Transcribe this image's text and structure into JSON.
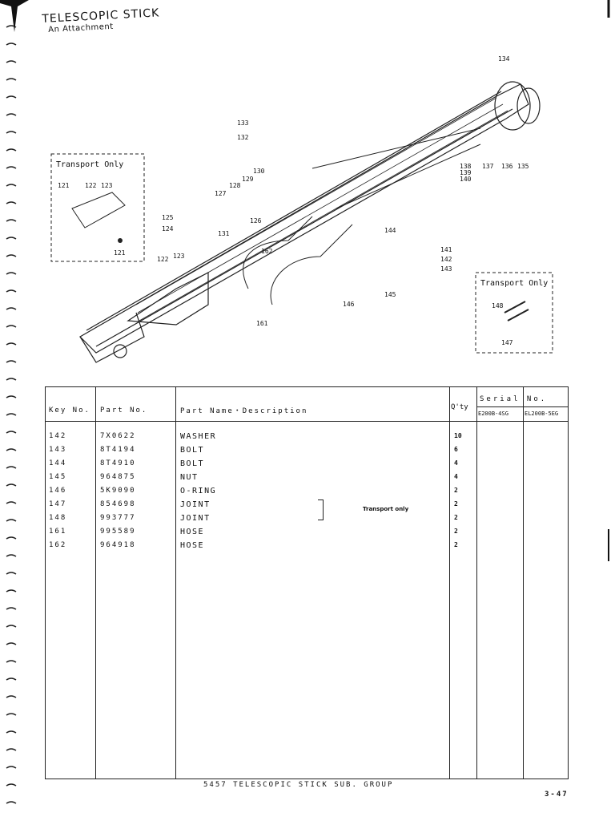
{
  "header": {
    "title": "TELESCOPIC STICK",
    "subtitle": "An Attachment"
  },
  "diagram": {
    "transport_box_1_title": "Transport Only",
    "transport_box_2_title": "Transport Only",
    "callouts": [
      "121",
      "122",
      "123",
      "124",
      "125",
      "126",
      "127",
      "128",
      "129",
      "130",
      "131",
      "132",
      "133",
      "134",
      "135",
      "136",
      "137",
      "138",
      "139",
      "140",
      "141",
      "142",
      "143",
      "144",
      "145",
      "146",
      "147",
      "148",
      "161",
      "162"
    ]
  },
  "table": {
    "headers": {
      "key": "Key No.",
      "part": "Part No.",
      "name": "Part Name・Description",
      "qty": "Q'ty",
      "serial": "Serial No.",
      "serial_a": "E200B-4SG",
      "serial_b": "EL200B-5EG"
    },
    "rows": [
      {
        "key": "142",
        "part": "7X0622",
        "name": "WASHER",
        "qty": "10"
      },
      {
        "key": "143",
        "part": "8T4194",
        "name": "BOLT",
        "qty": "6"
      },
      {
        "key": "144",
        "part": "8T4910",
        "name": "BOLT",
        "qty": "4"
      },
      {
        "key": "145",
        "part": "964875",
        "name": "NUT",
        "qty": "4"
      },
      {
        "key": "146",
        "part": "5K9090",
        "name": "O-RING",
        "qty": "2"
      },
      {
        "key": "147",
        "part": "854698",
        "name": "JOINT",
        "qty": "2"
      },
      {
        "key": "148",
        "part": "993777",
        "name": "JOINT",
        "qty": "2"
      },
      {
        "key": "161",
        "part": "995589",
        "name": "HOSE",
        "qty": "2"
      },
      {
        "key": "162",
        "part": "964918",
        "name": "HOSE",
        "qty": "2"
      }
    ],
    "note": "Transport only"
  },
  "footer": {
    "group": "5457 TELESCOPIC STICK SUB. GROUP",
    "page": "3-47"
  }
}
